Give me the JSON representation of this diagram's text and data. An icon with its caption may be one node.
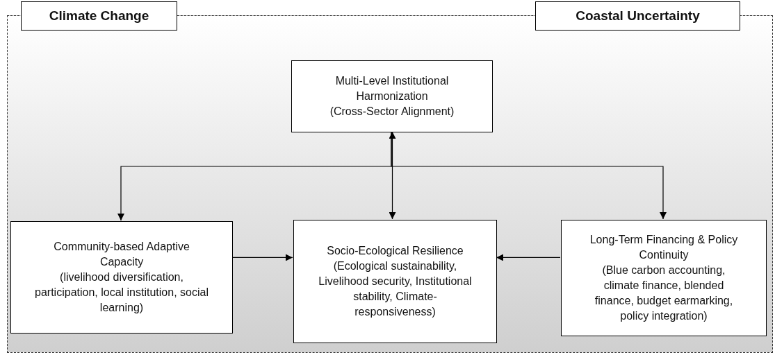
{
  "diagram": {
    "nodes": [
      {
        "text": [],
        "shape": "box"
      },
      {
        "text": [
          "Climate Change"
        ]
      },
      {
        "text": [
          "Coastal Uncertainty"
        ]
      },
      {
        "text": [
          "Multi-Level Institutional Harmonization",
          "(Cross-Sector Alignment)"
        ],
        "in": 0
      },
      {
        "text": [
          "Community-based Adaptive Capacity",
          "(livelihood diversification, participation, local institution, social learning)"
        ],
        "in": 0
      },
      {
        "text": [
          "Socio-Ecological Resilience",
          "(Ecological sustainability, Livelihood security, Institutional stability, Climate-responsiveness)"
        ],
        "in": 0
      },
      {
        "text": [
          "Long-Term Financing & Policy Continuity",
          "(Blue carbon accounting, climate finance, blended finance, budget earmarking, policy integration)"
        ],
        "in": 0
      }
    ],
    "edges": [
      {
        "from": 3,
        "to": 5,
        "arrow": "both"
      },
      {
        "from": 3,
        "to": 4,
        "arrow": "to"
      },
      {
        "from": 3,
        "to": 6,
        "arrow": "to"
      },
      {
        "from": 4,
        "to": 5,
        "arrow": "to"
      },
      {
        "from": 6,
        "to": 5,
        "arrow": "to"
      }
    ]
  }
}
